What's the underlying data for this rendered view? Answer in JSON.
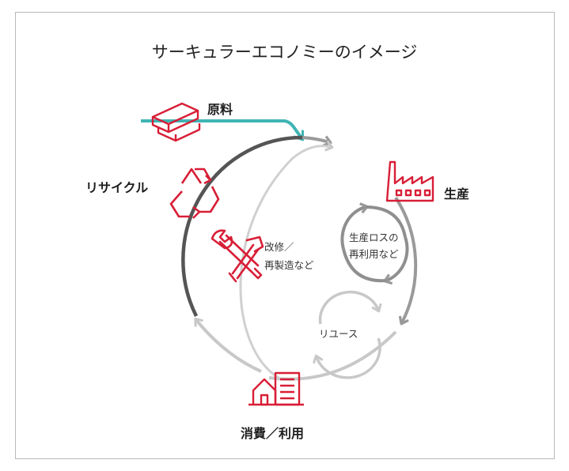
{
  "title": "サーキュラーエコノミーのイメージ",
  "nodes": {
    "raw_material": "原料",
    "production": "生産",
    "consumption": "消費／利用",
    "recycle": "リサイクル"
  },
  "inner_loops": {
    "repair_line1": "改修／",
    "repair_line2": "再製造など",
    "reuse_loss_line1": "生産ロスの",
    "reuse_loss_line2": "再利用など",
    "reuse": "リユース"
  },
  "colors": {
    "accent_red": "#d81e36",
    "teal_arrow": "#3fb4b4",
    "dark_arc": "#555555",
    "mid_arc": "#999999",
    "light_arc": "#cccccc"
  }
}
